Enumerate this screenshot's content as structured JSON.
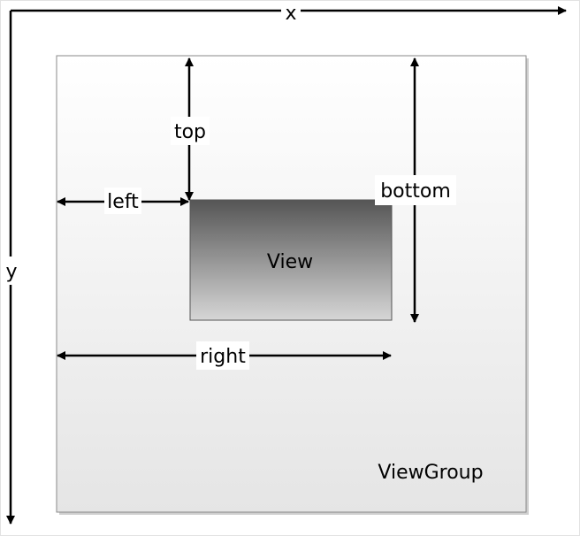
{
  "axes": {
    "x_label": "x",
    "y_label": "y"
  },
  "viewgroup": {
    "label": "ViewGroup"
  },
  "view": {
    "label": "View"
  },
  "dimensions": {
    "top": "top",
    "left": "left",
    "bottom": "bottom",
    "right": "right"
  },
  "colors": {
    "line": "#000000",
    "viewgroup_gradient_top": "#ffffff",
    "viewgroup_gradient_bottom": "#e5e5e5",
    "view_gradient_top": "#555555",
    "view_gradient_bottom": "#d6d6d6"
  }
}
